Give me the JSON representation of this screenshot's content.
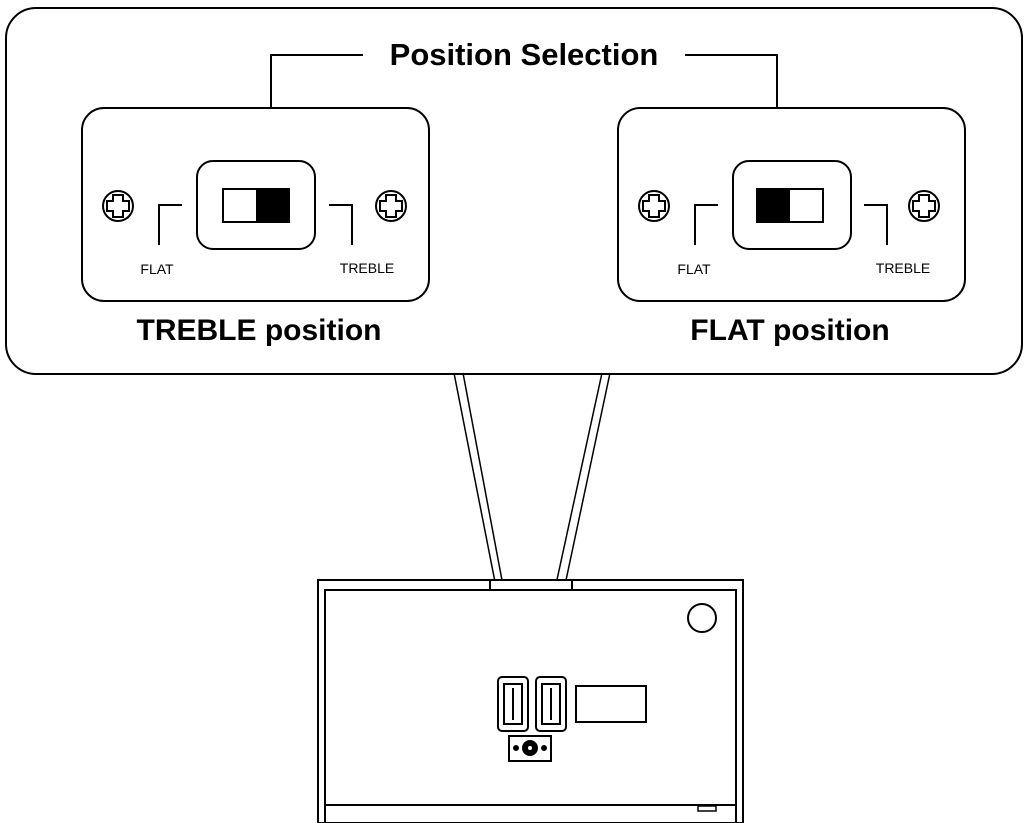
{
  "callout": {
    "title": "Position Selection"
  },
  "panels": [
    {
      "id": "left",
      "caption": "TREBLE position",
      "left_label": "FLAT",
      "right_label": "TREBLE",
      "selected": "TREBLE"
    },
    {
      "id": "right",
      "caption": "FLAT position",
      "left_label": "FLAT",
      "right_label": "TREBLE",
      "selected": "FLAT"
    }
  ],
  "colors": {
    "line": "#000000",
    "background": "#ffffff",
    "switch_knob": "#000000"
  }
}
